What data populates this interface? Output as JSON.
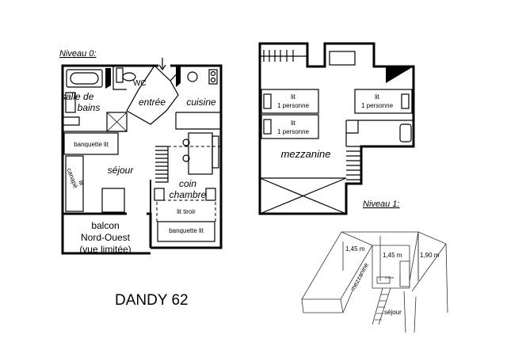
{
  "title": "DANDY 62",
  "level0": {
    "heading": "Niveau 0:",
    "rooms": {
      "wc": "WC",
      "salle_de_bains_1": "salle de",
      "salle_de_bains_2": "bains",
      "entree": "entrée",
      "cuisine": "cuisine",
      "sejour": "séjour",
      "coin_chambre_1": "coin",
      "coin_chambre_2": "chambre",
      "balcon_1": "balcon",
      "balcon_2": "Nord-Ouest",
      "balcon_3": "(vue limitée)"
    },
    "furniture": {
      "banquette_lit_1": "banquette lit",
      "canape_lit_1": "canapé",
      "canape_lit_2": "lit",
      "lit_tiroir": "lit tiroir",
      "banquette_lit_2": "banquette lit"
    }
  },
  "level1": {
    "heading": "Niveau 1:",
    "rooms": {
      "mezzanine": "mezzanine"
    },
    "beds": [
      {
        "line1": "lit",
        "line2": "1 personne"
      },
      {
        "line1": "lit",
        "line2": "1 personne"
      },
      {
        "line1": "lit",
        "line2": "1 personne"
      }
    ]
  },
  "sketch": {
    "height_1": "1,45 m",
    "height_2": "1,45 m",
    "height_3": "1,90 m",
    "height_4": "0,90m",
    "label_mezzanine": "mezzanine",
    "label_sejour": "séjour"
  }
}
